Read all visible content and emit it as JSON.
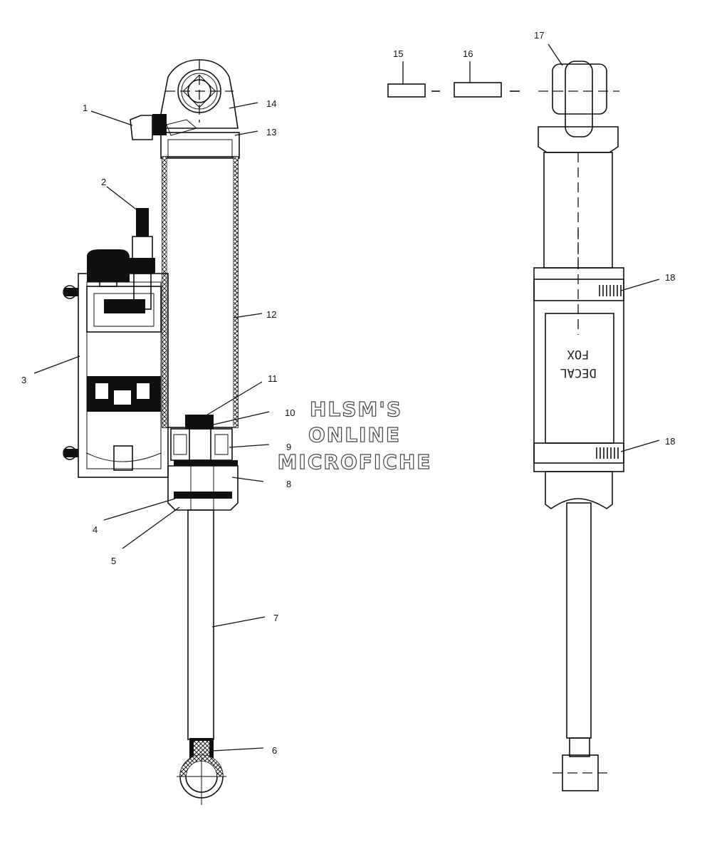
{
  "callouts": [
    {
      "id": "c1",
      "text": "1"
    },
    {
      "id": "c2",
      "text": "2"
    },
    {
      "id": "c3",
      "text": "3"
    },
    {
      "id": "c4",
      "text": "4"
    },
    {
      "id": "c5",
      "text": "5"
    },
    {
      "id": "c6",
      "text": "6"
    },
    {
      "id": "c7",
      "text": "7"
    },
    {
      "id": "c8",
      "text": "8"
    },
    {
      "id": "c9",
      "text": "9"
    },
    {
      "id": "c10",
      "text": "10"
    },
    {
      "id": "c11",
      "text": "11"
    },
    {
      "id": "c12",
      "text": "12"
    },
    {
      "id": "c13",
      "text": "13"
    },
    {
      "id": "c14",
      "text": "14"
    },
    {
      "id": "c15",
      "text": "15"
    },
    {
      "id": "c16",
      "text": "16"
    },
    {
      "id": "c17",
      "text": "17"
    },
    {
      "id": "c18a",
      "text": "18"
    },
    {
      "id": "c18b",
      "text": "18"
    }
  ],
  "watermark": {
    "line1": "HLSM'S",
    "line2": "ONLINE",
    "line3": "MICROFICHE"
  },
  "decal": {
    "line1": "DECAL",
    "line2": "FOX"
  }
}
